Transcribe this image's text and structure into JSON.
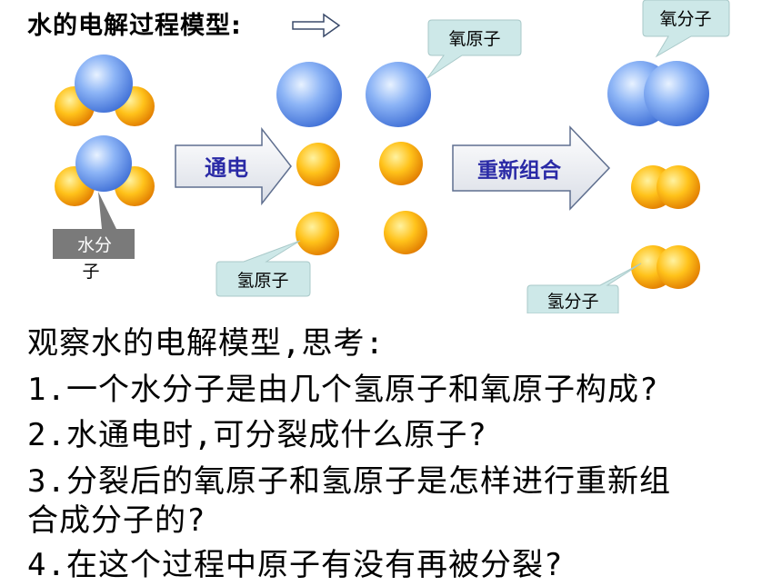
{
  "title": "水的电解过程模型:",
  "labels": {
    "water_molecule": "水分子",
    "hydrogen_atom": "氢原子",
    "oxygen_atom_top": "氧原子",
    "oxygen_molecule": "氧分子",
    "hydrogen_molecule": "氢分子"
  },
  "arrows": {
    "electrify": "通电",
    "recombine": "重新组合"
  },
  "colors": {
    "oxygen_atom": "#6f9cf0",
    "hydrogen_atom": "#f5a300",
    "callout_fill": "#cde8e8",
    "callout_dark": "#7a7a7a",
    "arrow_text": "#2a2aa6"
  },
  "questions": {
    "q0": "观察水的电解模型,思考:",
    "q1": "1.一个水分子是由几个氢原子和氧原子构成?",
    "q2": "2.水通电时,可分裂成什么原子?",
    "q3a": "3.分裂后的氧原子和氢原子是怎样进行重新组",
    "q3b": "合成分子的?",
    "q4": "4.在这个过程中原子有没有再被分裂?"
  }
}
